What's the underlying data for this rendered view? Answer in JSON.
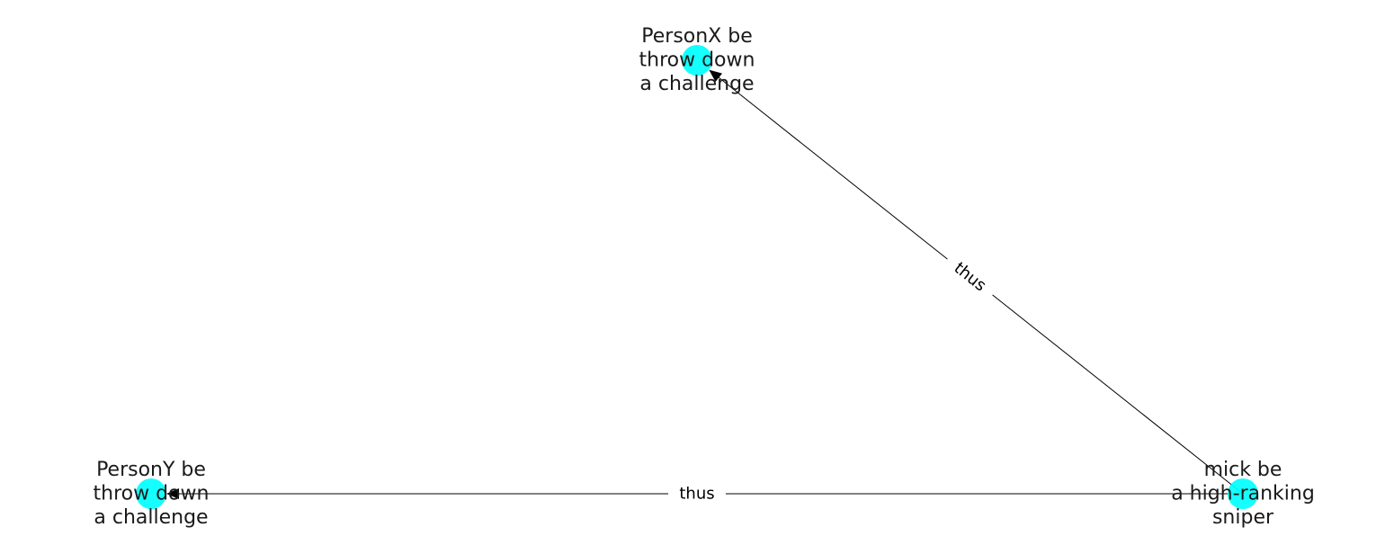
{
  "diagram": {
    "type": "directed-graph",
    "colors": {
      "node_fill": "#00ffff",
      "edge": "#000000",
      "label_text": "#1a1a1a",
      "background": "#ffffff"
    },
    "nodes": [
      {
        "id": "mick",
        "lines": [
          "mick be",
          "a high-ranking",
          "sniper"
        ]
      },
      {
        "id": "personx",
        "lines": [
          "PersonX be",
          "throw down",
          "a challenge"
        ]
      },
      {
        "id": "persony",
        "lines": [
          "PersonY be",
          "throw down",
          "a challenge"
        ]
      }
    ],
    "edges": [
      {
        "id": "mick-to-personx",
        "from": "mick",
        "to": "personx",
        "label": "thus"
      },
      {
        "id": "mick-to-persony",
        "from": "mick",
        "to": "persony",
        "label": "thus"
      }
    ]
  }
}
